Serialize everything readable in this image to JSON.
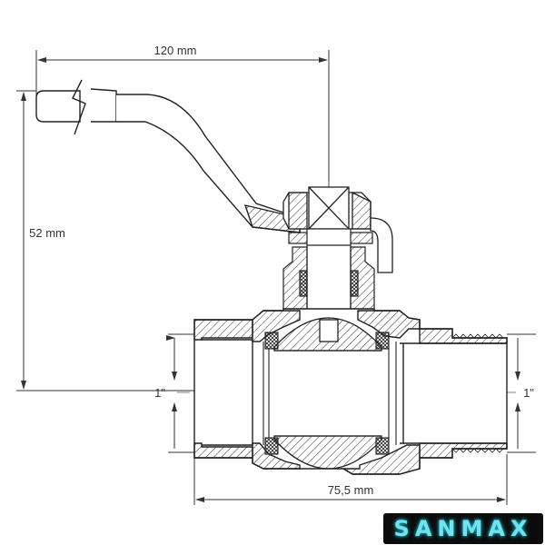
{
  "dimensions": {
    "width_label": "120 mm",
    "height_label": "52 mm",
    "length_label": "75,5 mm",
    "left_thread_label": "1\"",
    "right_thread_label": "1\""
  },
  "brand": {
    "logo_text": "SANMAX",
    "logo_color": "#6fe3ee"
  }
}
